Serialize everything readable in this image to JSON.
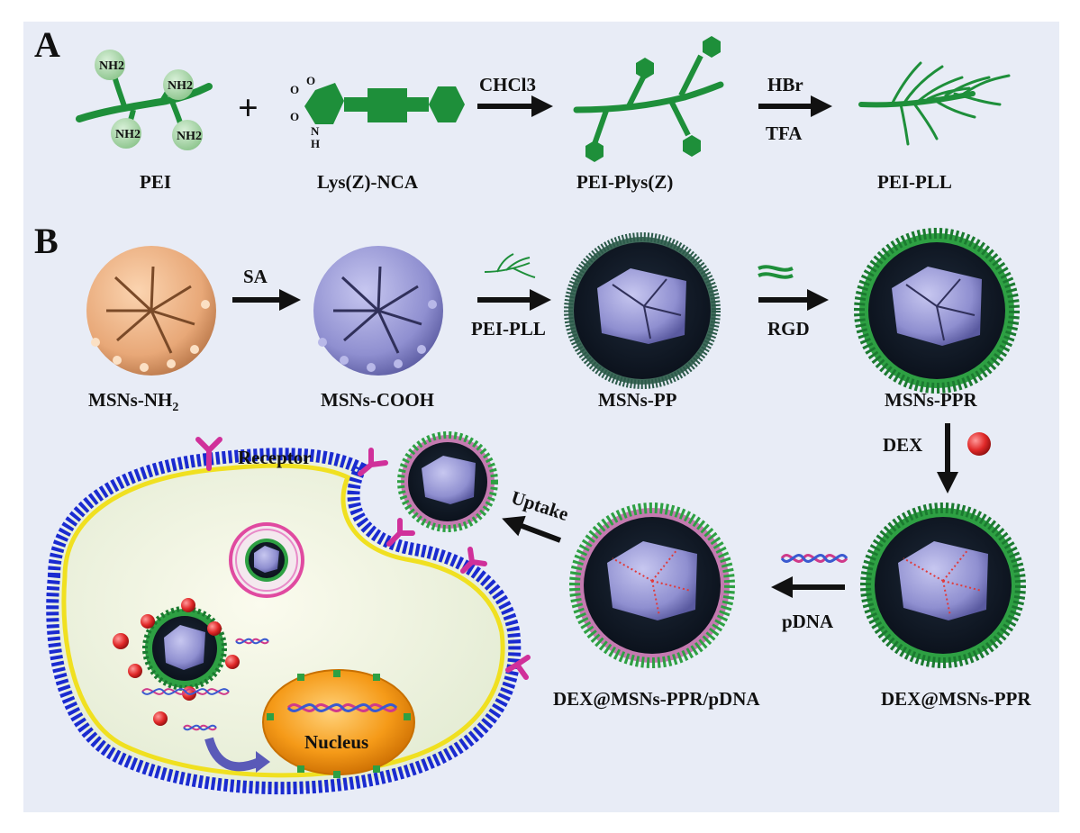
{
  "panel_a": {
    "letter": "A",
    "pei": {
      "label": "PEI",
      "amine_labels": [
        "NH2",
        "NH2",
        "NH2",
        "NH2"
      ]
    },
    "plus": "+",
    "lys": {
      "label": "Lys(Z)-NCA",
      "atom_labels": [
        "O",
        "O",
        "O",
        "N",
        "H"
      ]
    },
    "arrow1": {
      "label_top": "CHCl3"
    },
    "pei_plys": {
      "label": "PEI-Plys(Z)"
    },
    "arrow2": {
      "label_top": "HBr",
      "label_bottom": "TFA"
    },
    "pei_pll": {
      "label": "PEI-PLL"
    }
  },
  "panel_b": {
    "letter": "B",
    "msns_nh2": {
      "label_main": "MSNs-NH",
      "label_sub": "2"
    },
    "arrow_sa": {
      "label": "SA"
    },
    "msns_cooh": {
      "label": "MSNs-COOH"
    },
    "arrow_pei_pll": {
      "label": "PEI-PLL"
    },
    "msns_pp": {
      "label": "MSNs-PP"
    },
    "arrow_rgd": {
      "label": "RGD"
    },
    "msns_ppr": {
      "label": "MSNs-PPR"
    },
    "arrow_dex": {
      "label": "DEX"
    },
    "dex_msns_ppr": {
      "label": "DEX@MSNs-PPR"
    },
    "arrow_pdna": {
      "label": "pDNA"
    },
    "dex_msns_ppr_pdna": {
      "label": "DEX@MSNs-PPR/pDNA"
    },
    "arrow_uptake": {
      "label": "Uptake"
    },
    "cell": {
      "receptor_label": "Receptor",
      "nucleus_label": "Nucleus"
    }
  },
  "colors": {
    "background": "#e8ecf6",
    "polymer_green": "#1e8f3a",
    "msn_orange": "#e8a878",
    "msn_purple": "#8f8fd0",
    "membrane_blue": "#1a2bd0",
    "membrane_yellow": "#f0e020",
    "receptor_pink": "#d0309a",
    "dex_red": "#d62020",
    "nucleus_orange": "#f08a10"
  }
}
